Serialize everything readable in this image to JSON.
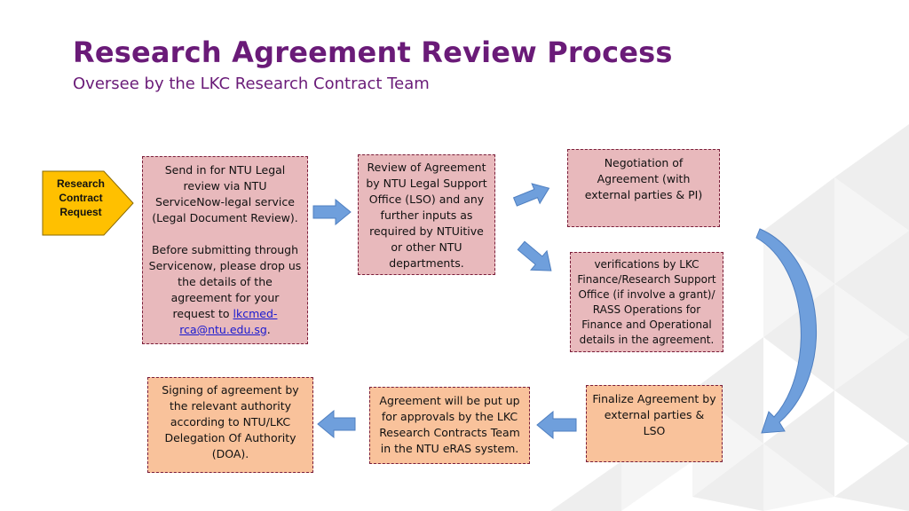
{
  "title": "Research Agreement Review Process",
  "subtitle": "Oversee by the LKC Research Contract Team",
  "start": {
    "label": "Research Contract Request"
  },
  "steps": {
    "send": {
      "para1": "Send in for NTU Legal review via  NTU ServiceNow-legal service (Legal Document Review).",
      "para2_prefix": "Before submitting through Servicenow, please drop us the details of the agreement for your request to ",
      "email": "lkcmed-rca@ntu.edu.sg",
      "para2_suffix": "."
    },
    "review": "Review of Agreement by NTU Legal Support Office (LSO) and any further inputs as required by NTUitive or other NTU departments.",
    "negotiation": "Negotiation of Agreement (with external parties & PI)",
    "verifications": "verifications by LKC Finance/Research Support Office (if involve a grant)/ RASS Operations for Finance and Operational details in the agreement.",
    "finalize": "Finalize Agreement by external parties & LSO",
    "approvals": "Agreement will be put up for approvals by the LKC Research Contracts Team in the NTU eRAS system.",
    "signing": "Signing of agreement by the relevant authority according to NTU/LKC Delegation Of Authority (DOA)."
  },
  "colors": {
    "title": "#6a1b78",
    "start_fill": "#ffc000",
    "pink_box": "#e8b9bc",
    "orange_box": "#f9c29b",
    "arrow_fill": "#6f9fdc"
  }
}
